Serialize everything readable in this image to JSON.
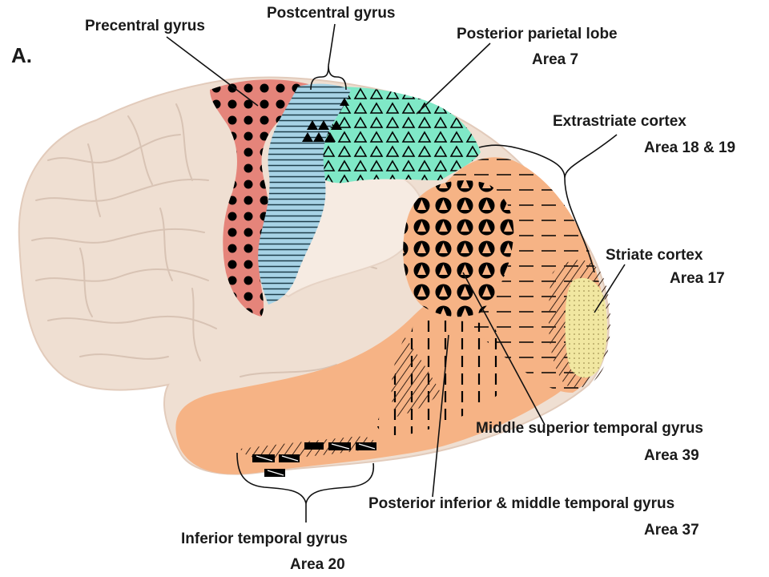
{
  "figure": {
    "panel_label": "A.",
    "colors": {
      "brain": "#efdfd2",
      "precentral": "#e5847a",
      "postcentral": "#a7d3e6",
      "parietal": "#7fe8c7",
      "temporal_occipital": "#f6b385",
      "striate": "#f1e7a1"
    },
    "labels": {
      "precentral": {
        "name": "Precentral gyrus"
      },
      "postcentral": {
        "name": "Postcentral gyrus"
      },
      "parietal": {
        "name": "Posterior parietal lobe",
        "area": "Area 7"
      },
      "extrastriate": {
        "name": "Extrastriate cortex",
        "area": "Area 18 & 19"
      },
      "striate": {
        "name": "Striate cortex",
        "area": "Area 17"
      },
      "mst": {
        "name": "Middle superior temporal gyrus",
        "area": "Area 39"
      },
      "pimt": {
        "name": "Posterior inferior & middle temporal gyrus",
        "area": "Area 37"
      },
      "itg": {
        "name": "Inferior temporal gyrus",
        "area": "Area 20"
      }
    }
  }
}
